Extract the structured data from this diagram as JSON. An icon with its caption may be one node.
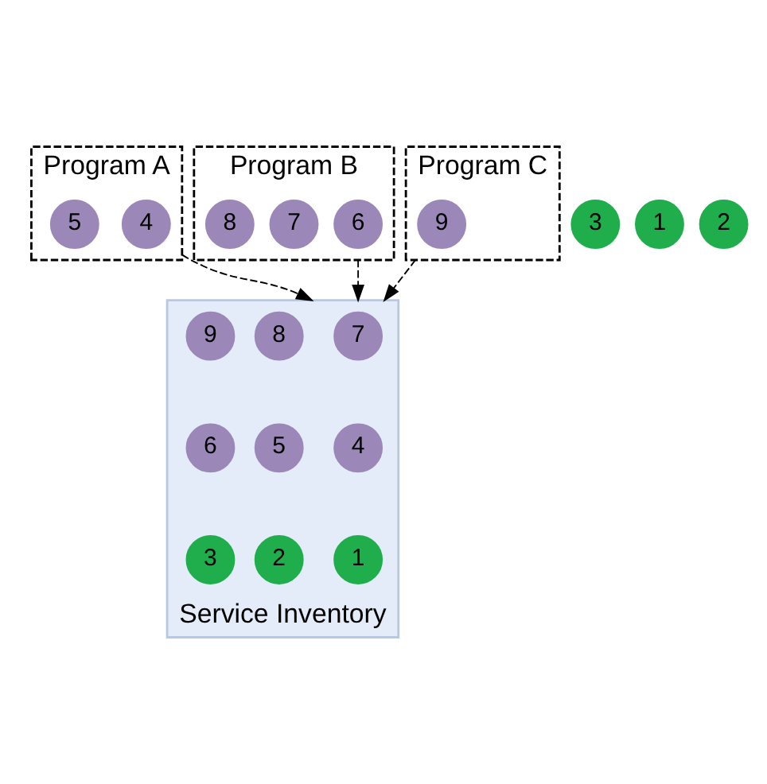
{
  "diagram": {
    "nodes": [
      {
        "text": [
          "Program A"
        ]
      },
      {
        "text": [
          "4"
        ],
        "in": 0
      },
      {
        "text": [
          "5"
        ],
        "in": 0
      },
      {
        "text": [
          "3"
        ]
      },
      {
        "text": [
          "Program B"
        ]
      },
      {
        "text": [
          "6"
        ],
        "in": 4
      },
      {
        "text": [
          "7"
        ],
        "in": 4
      },
      {
        "text": [
          "8"
        ],
        "in": 4
      },
      {
        "text": [
          "1"
        ]
      },
      {
        "text": [
          "Program C"
        ]
      },
      {
        "text": [
          "9"
        ],
        "in": 9
      },
      {
        "text": [
          "2"
        ]
      },
      {
        "text": [
          "Service Inventory"
        ]
      },
      {
        "text": [
          "7"
        ],
        "in": 12
      },
      {
        "text": [
          "8"
        ],
        "in": 12
      },
      {
        "text": [
          "9"
        ],
        "in": 12
      },
      {
        "text": [
          "4"
        ],
        "in": 12
      },
      {
        "text": [
          "5"
        ],
        "in": 12
      },
      {
        "text": [
          "6"
        ],
        "in": 12
      },
      {
        "text": [
          "1"
        ],
        "in": 12
      },
      {
        "text": [
          "2"
        ],
        "in": 12
      },
      {
        "text": [
          "3"
        ],
        "in": 12
      }
    ],
    "edges": [
      {
        "from": 0,
        "to": 12,
        "arrow": "to",
        "style": "dashed"
      },
      {
        "from": 4,
        "to": 12,
        "arrow": "to",
        "style": "dashed"
      },
      {
        "from": 9,
        "to": 12,
        "arrow": "to",
        "style": "dashed"
      }
    ]
  }
}
